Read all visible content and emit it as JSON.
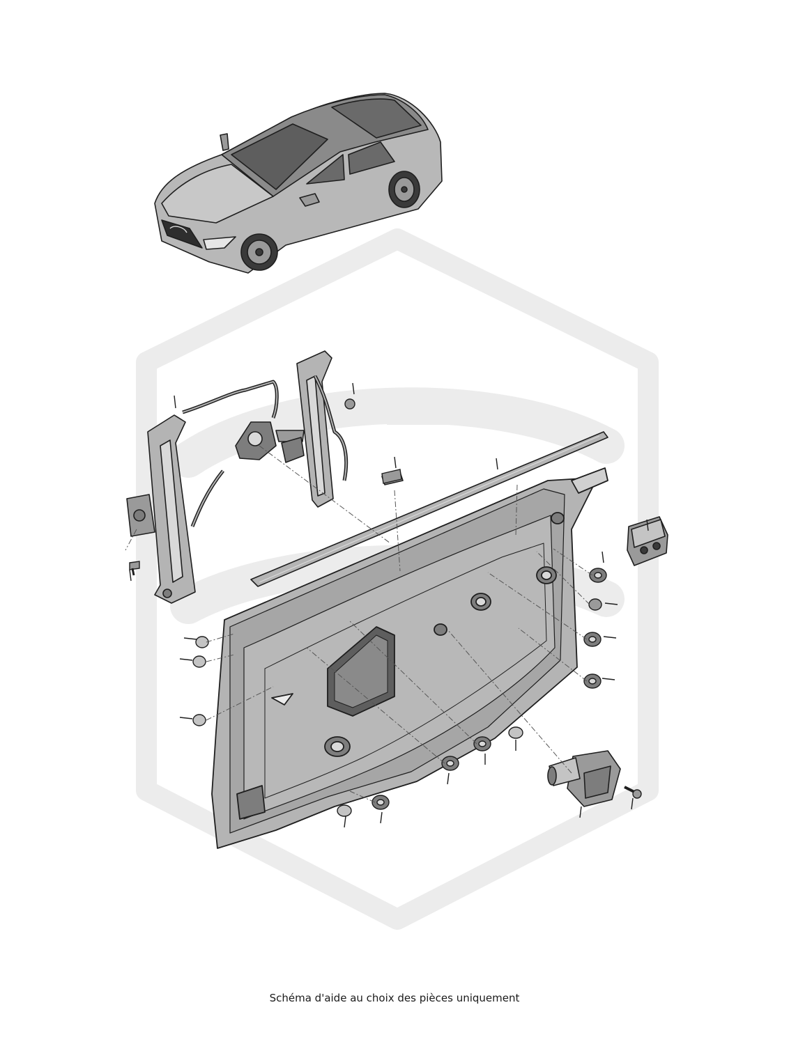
{
  "caption": "Schéma d'aide au choix des pièces uniquement",
  "colors": {
    "watermark": "#ececec",
    "part_fill": "#b4b4b4",
    "part_dark": "#7d7d7d",
    "part_light": "#d9d9d9",
    "outline": "#1e1e1e",
    "glass": "#6e6e6e"
  },
  "icons": {
    "vehicle": "sportback-car-illustration",
    "watermark": "brand-watermark-logo"
  }
}
